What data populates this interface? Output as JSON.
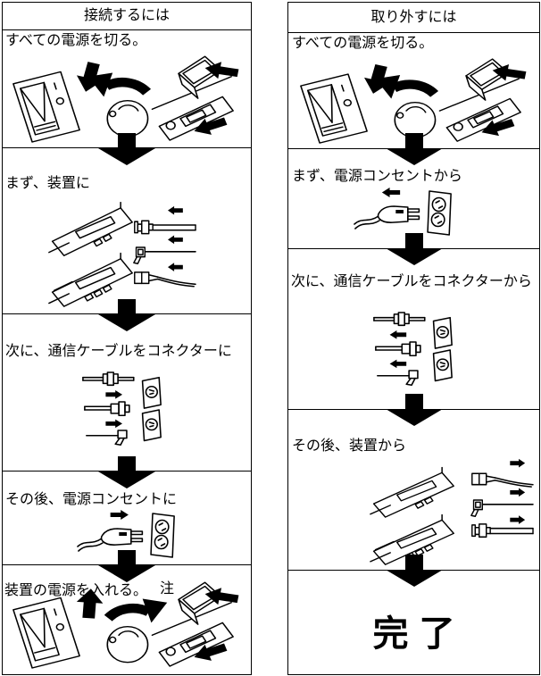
{
  "colors": {
    "ink": "#000000",
    "paper": "#ffffff"
  },
  "connect": {
    "title": "接続するには",
    "steps": [
      {
        "label": "すべての電源を切る。"
      },
      {
        "label": "まず、装置に"
      },
      {
        "label": "次に、通信ケーブルをコネクターに"
      },
      {
        "label": "その後、電源コンセントに"
      },
      {
        "label": "装置の電源を入れる。",
        "note": "注"
      }
    ]
  },
  "disconnect": {
    "title": "取り外すには",
    "steps": [
      {
        "label": "すべての電源を切る。"
      },
      {
        "label": "まず、電源コンセントから"
      },
      {
        "label": "次に、通信ケーブルをコネクターから"
      },
      {
        "label": "その後、装置から"
      },
      {
        "label": "完了"
      }
    ]
  }
}
